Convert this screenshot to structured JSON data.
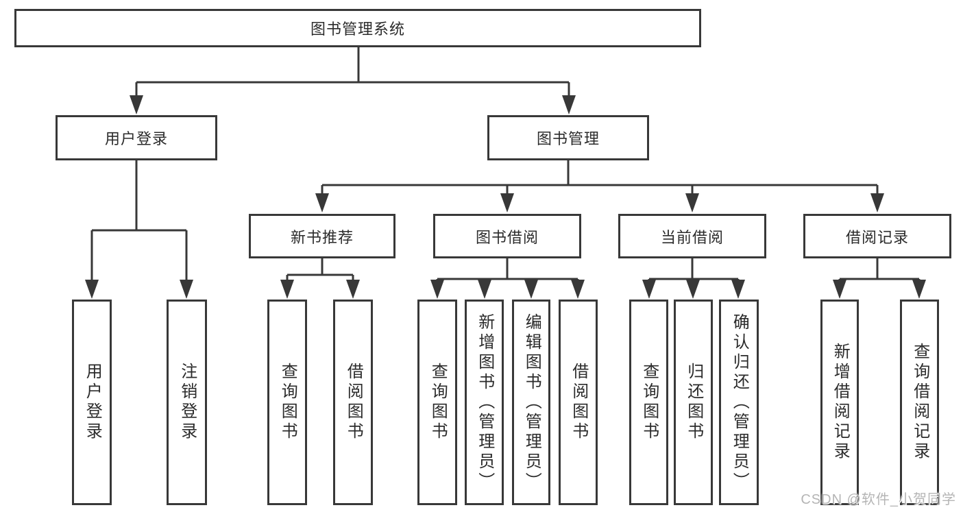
{
  "diagram": {
    "type": "hierarchy-tree",
    "colors": {
      "line": "#383838",
      "text": "#2b2b2b",
      "background": "#ffffff",
      "watermark": "#b5b5b5"
    },
    "nodes": {
      "root": "图书管理系统",
      "user_login": "用户登录",
      "book_management": "图书管理",
      "new_book_recommend": "新书推荐",
      "book_borrowing": "图书借阅",
      "current_borrowing": "当前借阅",
      "borrowing_records": "借阅记录"
    },
    "leaves": {
      "user_login": [
        "用户登录",
        "注销登录"
      ],
      "new_book_recommend": [
        "查询图书",
        "借阅图书"
      ],
      "book_borrowing": [
        "查询图书",
        "新增图书（管理员）",
        "编辑图书（管理员）",
        "借阅图书"
      ],
      "current_borrowing": [
        "查询图书",
        "归还图书",
        "确认归还（管理员）"
      ],
      "borrowing_records": [
        "新增借阅记录",
        "查询借阅记录"
      ]
    }
  },
  "watermark": "CSDN @软件_小贺同学"
}
